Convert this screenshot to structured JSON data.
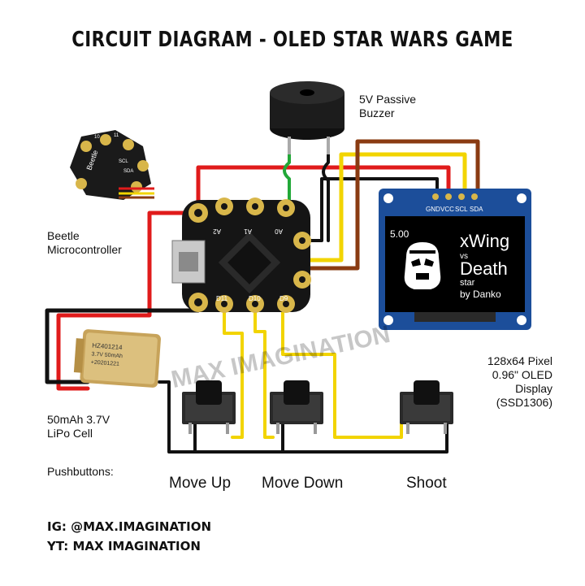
{
  "title": "CIRCUIT DIAGRAM - OLED STAR WARS GAME",
  "buzzer": {
    "line1": "5V Passive",
    "line2": "Buzzer"
  },
  "beetle": {
    "line1": "Beetle",
    "line2": "Microcontroller",
    "board_text": "Beetle",
    "mini_pins": [
      "10",
      "11",
      "SCL",
      "SDA"
    ],
    "pins": [
      "A2",
      "A1",
      "A0",
      "D11",
      "D10",
      "D9"
    ]
  },
  "battery": {
    "line1": "50mAh 3.7V",
    "line2": "LiPo Cell",
    "print1": "HZ401214",
    "print2": "3.7V 50mAh",
    "print3": "+20201221"
  },
  "oled": {
    "pins": [
      "GND",
      "VCC",
      "SCL",
      "SDA"
    ],
    "screen_score": "5.00",
    "screen_line1": "xWing",
    "screen_line2": "vs",
    "screen_line3": "Death",
    "screen_line4": "star",
    "screen_line5": "by Danko",
    "desc1": "128x64 Pixel",
    "desc2": "0.96\" OLED",
    "desc3": "Display",
    "desc4": "(SSD1306)"
  },
  "pushbuttons": {
    "heading": "Pushbuttons:",
    "labels": [
      "Move Up",
      "Move Down",
      "Shoot"
    ]
  },
  "watermark": "MAX IMAGINATION",
  "social": {
    "ig": "IG: @MAX.IMAGINATION",
    "yt": "YT: MAX IMAGINATION"
  },
  "colors": {
    "wire_red": "#e01b1b",
    "wire_black": "#111111",
    "wire_yellow": "#f2d400",
    "wire_green": "#22a838",
    "wire_brown": "#8a3b12",
    "board_pcb": "#1a1a1a",
    "board_gold": "#d8b64a",
    "oled_blue": "#1c4e9a"
  }
}
